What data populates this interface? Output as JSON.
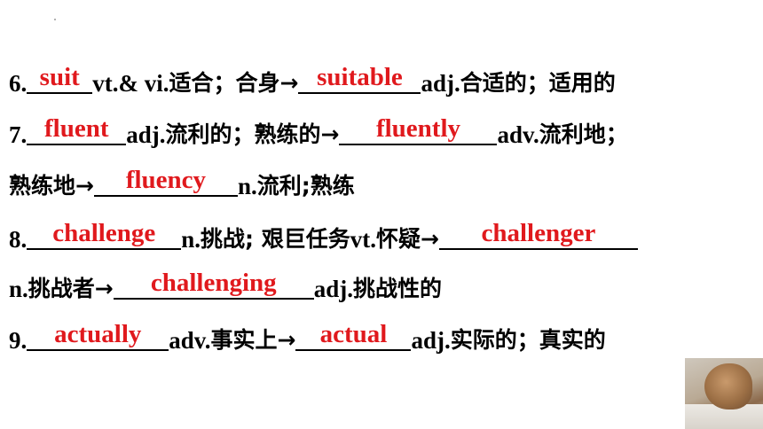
{
  "lines": [
    {
      "num": "6.",
      "a1": "suit",
      "t1": "vt.& vi.",
      "c1": "适合；合身→",
      "a2": "suitable",
      "t2": "adj.",
      "c2": "合适的；适用的"
    },
    {
      "num": "7.",
      "a1": "fluent",
      "t1": "adj.",
      "c1": "流利的；熟练的→",
      "a2": "fluently",
      "t2": "adv.",
      "c2": "流利地；"
    },
    {
      "c0": "熟练地→",
      "a1": "fluency",
      "t1": "n.",
      "c1": "流利;熟练"
    },
    {
      "num": "8.",
      "a1": "challenge",
      "t1": "n. ",
      "c1": "挑战; 艰巨任务",
      "t2": "vt. ",
      "c2": "怀疑→",
      "a2": "challenger"
    },
    {
      "t0": "n. ",
      "c0": "挑战者→",
      "a1": "challenging",
      "t1": "adj. ",
      "c1": "挑战性的"
    },
    {
      "num": "9.",
      "a1": "actually",
      "t1": "adv.",
      "c1": "事实上→",
      "a2": "actual",
      "t2": "adj.",
      "c2": "实际的；真实的"
    }
  ],
  "colors": {
    "answer": "#e0191d",
    "text": "#000000"
  }
}
